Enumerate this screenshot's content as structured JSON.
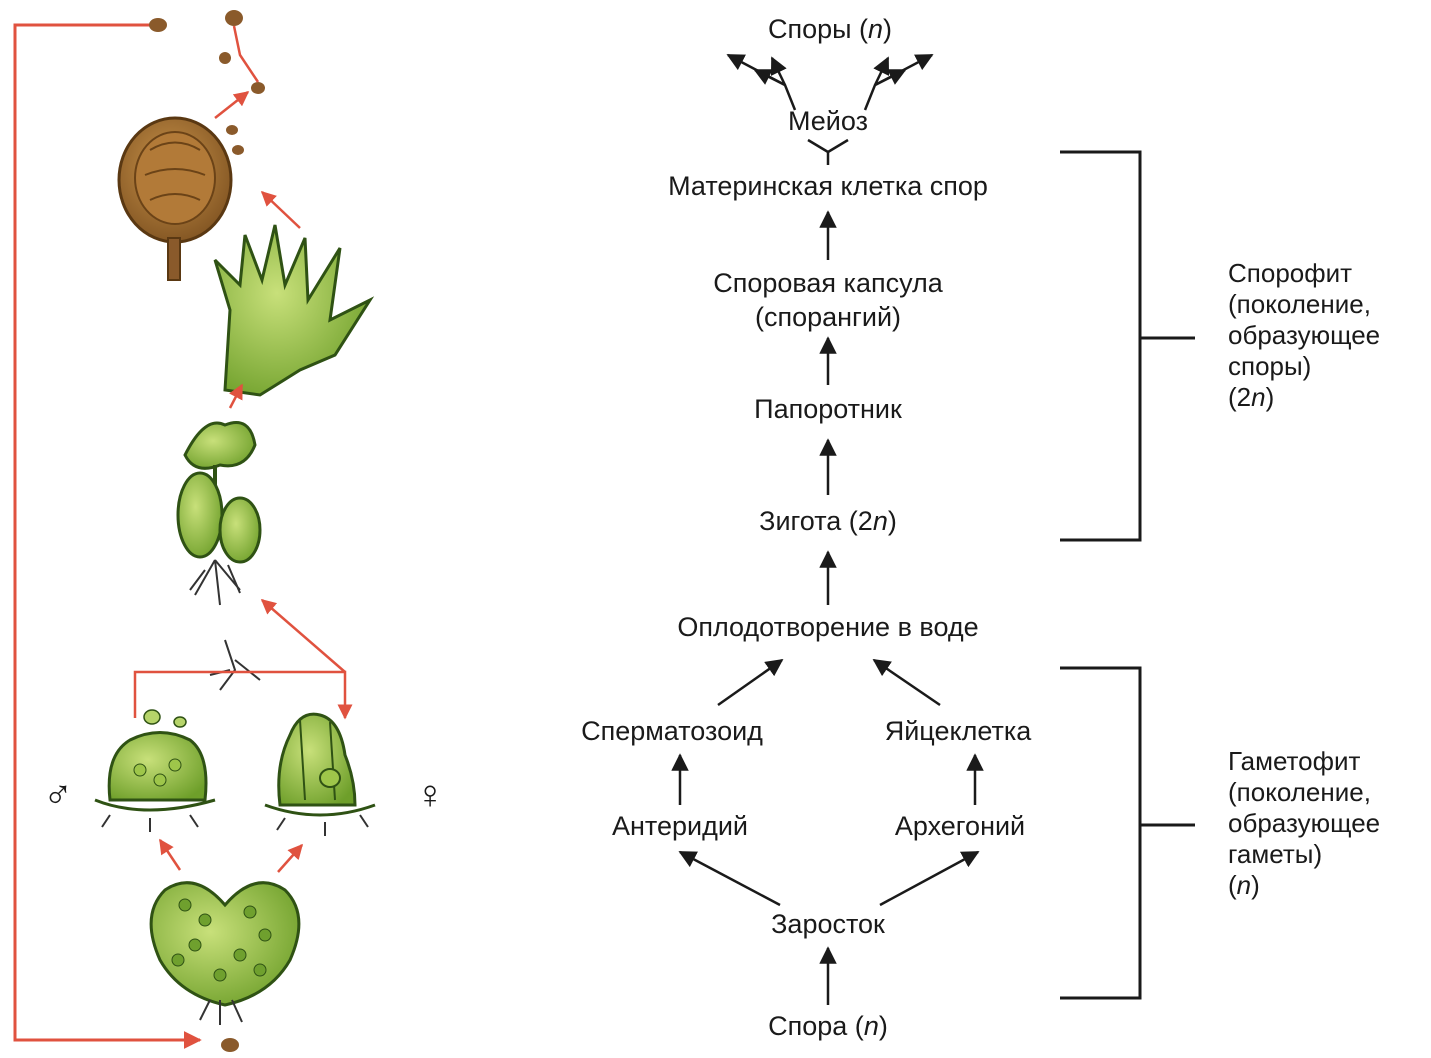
{
  "nodes": {
    "spores": {
      "text": "Споры (",
      "italic": "n",
      "tail": ")"
    },
    "meiosis": {
      "text": "Мейоз"
    },
    "mother_cell": {
      "text": "Материнская клетка спор"
    },
    "capsule_1": {
      "text": "Споровая капсула"
    },
    "capsule_2": {
      "text": "(спорангий)"
    },
    "fern": {
      "text": "Папоротник"
    },
    "zygote": {
      "text": "Зигота (2",
      "italic": "n",
      "tail": ")"
    },
    "fertilization": {
      "text": "Оплодотворение в воде"
    },
    "sperm": {
      "text": "Сперматозоид"
    },
    "egg": {
      "text": "Яйцеклетка"
    },
    "antheridium": {
      "text": "Антеридий"
    },
    "archegonium": {
      "text": "Архегоний"
    },
    "prothallus": {
      "text": "Заросток"
    },
    "spore": {
      "text": "Спора (",
      "italic": "n",
      "tail": ")"
    }
  },
  "sporophyte_label": {
    "line1": "Спорофит",
    "line2": "(поколение,",
    "line3": "образующее",
    "line4": "споры)",
    "line5_pre": "(2",
    "line5_it": "n",
    "line5_post": ")"
  },
  "gametophyte_label": {
    "line1": "Гаметофит",
    "line2": "(поколение,",
    "line3": "образующее",
    "line4": "гаметы)",
    "line5_pre": "(",
    "line5_it": "n",
    "line5_post": ")"
  },
  "symbols": {
    "male": "♂",
    "female": "♀"
  },
  "colors": {
    "arrow_red": "#e0523f",
    "plant_green": "#7fb52f",
    "dark_green": "#3f6b1e",
    "sporangium_brown": "#9b6a2e",
    "text": "#1a1a1a"
  }
}
